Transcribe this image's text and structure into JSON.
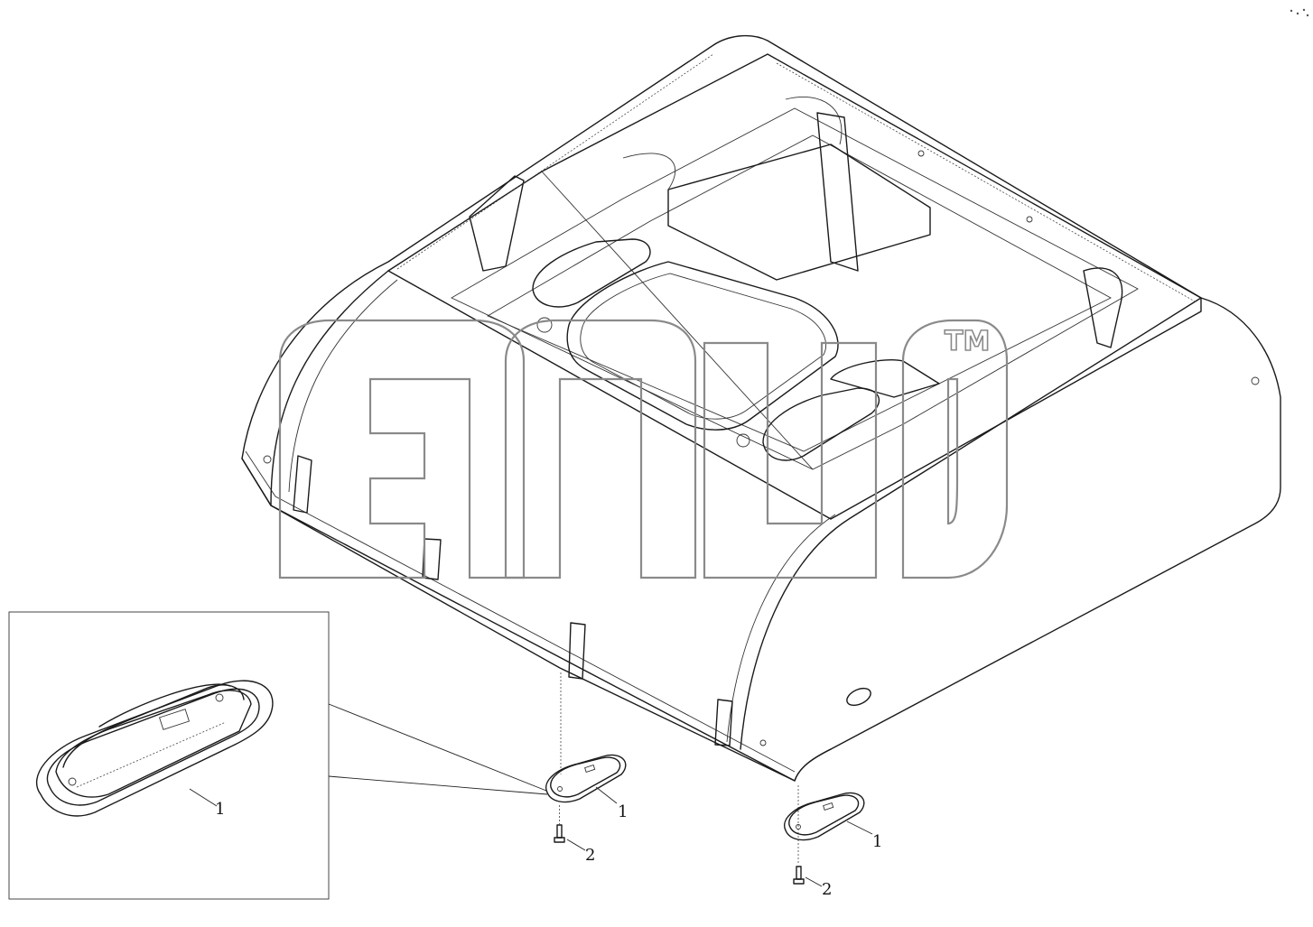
{
  "callouts": {
    "detail_cover": "1",
    "cover_left": "1",
    "screw_left": "2",
    "cover_right": "1",
    "screw_right": "2"
  },
  "watermark": {
    "mark": "TM"
  },
  "colors": {
    "line": "#1a1a1a",
    "watermark": "#8a8a8a",
    "background": "#ffffff"
  }
}
